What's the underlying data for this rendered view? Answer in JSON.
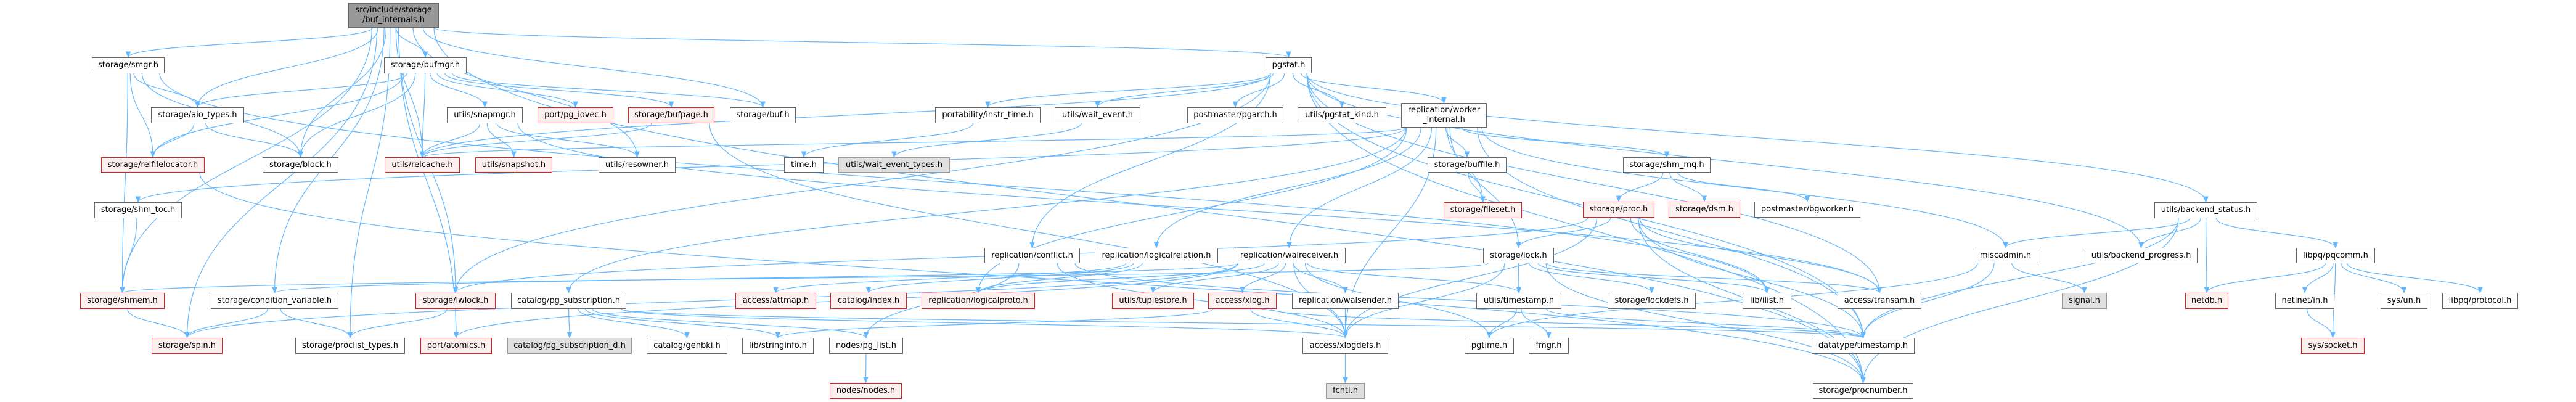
{
  "nodes": {
    "root": "src/include/storage\n/buf_internals.h",
    "smgr": "storage/smgr.h",
    "bufmgr": "storage/bufmgr.h",
    "pgstat": "pgstat.h",
    "aio_types": "storage/aio_types.h",
    "snapmgr": "utils/snapmgr.h",
    "pg_iovec": "port/pg_iovec.h",
    "bufpage": "storage/bufpage.h",
    "buf": "storage/buf.h",
    "instr_time": "portability/instr_time.h",
    "wait_event": "utils/wait_event.h",
    "pgarch": "postmaster/pgarch.h",
    "pgstat_kind": "utils/pgstat_kind.h",
    "worker_internal": "replication/worker\n_internal.h",
    "relfilelocator": "storage/relfilelocator.h",
    "block": "storage/block.h",
    "relcache": "utils/relcache.h",
    "snapshot": "utils/snapshot.h",
    "resowner": "utils/resowner.h",
    "time": "time.h",
    "wait_event_types": "utils/wait_event_types.h",
    "buffile": "storage/buffile.h",
    "shm_mq": "storage/shm_mq.h",
    "shm_toc": "storage/shm_toc.h",
    "fileset": "storage/fileset.h",
    "proc": "storage/proc.h",
    "dsm": "storage/dsm.h",
    "bgworker": "postmaster/bgworker.h",
    "backend_status": "utils/backend_status.h",
    "conflict": "replication/conflict.h",
    "logicalrelation": "replication/logicalrelation.h",
    "walreceiver": "replication/walreceiver.h",
    "lock": "storage/lock.h",
    "miscadmin": "miscadmin.h",
    "backend_progress": "utils/backend_progress.h",
    "pqcomm": "libpq/pqcomm.h",
    "shmem": "storage/shmem.h",
    "condition_variable": "storage/condition_variable.h",
    "lwlock": "storage/lwlock.h",
    "pg_subscription": "catalog/pg_subscription.h",
    "attmap": "access/attmap.h",
    "index": "catalog/index.h",
    "logicalproto": "replication/logicalproto.h",
    "tuplestore": "utils/tuplestore.h",
    "xlog": "access/xlog.h",
    "walsender": "replication/walsender.h",
    "utils_timestamp": "utils/timestamp.h",
    "lockdefs": "storage/lockdefs.h",
    "ilist": "lib/ilist.h",
    "transam": "access/transam.h",
    "signal": "signal.h",
    "netdb": "netdb.h",
    "netinet_in": "netinet/in.h",
    "sys_un": "sys/un.h",
    "protocol": "libpq/protocol.h",
    "spin": "storage/spin.h",
    "proclist_types": "storage/proclist_types.h",
    "atomics": "port/atomics.h",
    "pg_subscription_d": "catalog/pg_subscription_d.h",
    "genbki": "catalog/genbki.h",
    "stringinfo": "lib/stringinfo.h",
    "pg_list": "nodes/pg_list.h",
    "xlogdefs": "access/xlogdefs.h",
    "pgtime": "pgtime.h",
    "fmgr": "fmgr.h",
    "datatype_timestamp": "datatype/timestamp.h",
    "sys_socket": "sys/socket.h",
    "nodes": "nodes/nodes.h",
    "fcntl": "fcntl.h",
    "procnumber": "storage/procnumber.h"
  },
  "edges": [
    [
      "root",
      "smgr"
    ],
    [
      "root",
      "bufmgr"
    ],
    [
      "root",
      "aio_types"
    ],
    [
      "root",
      "condition_variable"
    ],
    [
      "root",
      "proclist_types"
    ],
    [
      "root",
      "relcache"
    ],
    [
      "root",
      "shmem"
    ],
    [
      "root",
      "spin"
    ],
    [
      "root",
      "pgstat"
    ],
    [
      "root",
      "buf"
    ],
    [
      "root",
      "lwlock"
    ],
    [
      "root",
      "block"
    ],
    [
      "root",
      "atomics"
    ],
    [
      "root",
      "resowner"
    ],
    [
      "root",
      "procnumber"
    ],
    [
      "smgr",
      "aio_types"
    ],
    [
      "smgr",
      "relfilelocator"
    ],
    [
      "smgr",
      "block"
    ],
    [
      "smgr",
      "shmem"
    ],
    [
      "smgr",
      "ilist"
    ],
    [
      "aio_types",
      "relfilelocator"
    ],
    [
      "aio_types",
      "block"
    ],
    [
      "bufmgr",
      "aio_types"
    ],
    [
      "bufmgr",
      "relfilelocator"
    ],
    [
      "bufmgr",
      "block"
    ],
    [
      "bufmgr",
      "relcache"
    ],
    [
      "bufmgr",
      "snapmgr"
    ],
    [
      "bufmgr",
      "pg_iovec"
    ],
    [
      "bufmgr",
      "bufpage"
    ],
    [
      "bufmgr",
      "buf"
    ],
    [
      "snapmgr",
      "relcache"
    ],
    [
      "snapmgr",
      "snapshot"
    ],
    [
      "snapmgr",
      "resowner"
    ],
    [
      "snapmgr",
      "transam"
    ],
    [
      "bufpage",
      "relcache"
    ],
    [
      "bufpage",
      "xlogdefs"
    ],
    [
      "pgstat",
      "instr_time"
    ],
    [
      "pgstat",
      "wait_event"
    ],
    [
      "pgstat",
      "pgarch"
    ],
    [
      "pgstat",
      "pgstat_kind"
    ],
    [
      "pgstat",
      "worker_internal"
    ],
    [
      "pgstat",
      "conflict"
    ],
    [
      "pgstat",
      "relcache"
    ],
    [
      "pgstat",
      "backend_status"
    ],
    [
      "pgstat",
      "procnumber"
    ],
    [
      "pgstat",
      "datatype_timestamp"
    ],
    [
      "pgstat",
      "backend_progress"
    ],
    [
      "pgstat",
      "transam"
    ],
    [
      "pgstat",
      "lwlock"
    ],
    [
      "instr_time",
      "time"
    ],
    [
      "wait_event",
      "wait_event_types"
    ],
    [
      "worker_internal",
      "buffile"
    ],
    [
      "worker_internal",
      "fileset"
    ],
    [
      "worker_internal",
      "shm_mq"
    ],
    [
      "worker_internal",
      "lock"
    ],
    [
      "worker_internal",
      "walreceiver"
    ],
    [
      "worker_internal",
      "logicalrelation"
    ],
    [
      "worker_internal",
      "pg_subscription"
    ],
    [
      "worker_internal",
      "shm_toc"
    ],
    [
      "worker_internal",
      "miscadmin"
    ],
    [
      "worker_internal",
      "datatype_timestamp"
    ],
    [
      "worker_internal",
      "relcache"
    ],
    [
      "worker_internal",
      "logicalproto"
    ],
    [
      "worker_internal",
      "xlogdefs"
    ],
    [
      "buffile",
      "fileset"
    ],
    [
      "shm_mq",
      "proc"
    ],
    [
      "shm_mq",
      "dsm"
    ],
    [
      "shm_mq",
      "bgworker"
    ],
    [
      "proc",
      "lock"
    ],
    [
      "proc",
      "ilist"
    ],
    [
      "proc",
      "transam"
    ],
    [
      "proc",
      "procnumber"
    ],
    [
      "proc",
      "datatype_timestamp"
    ],
    [
      "proc",
      "xlogdefs"
    ],
    [
      "proc",
      "lwlock"
    ],
    [
      "lock",
      "utils_timestamp"
    ],
    [
      "lock",
      "lockdefs"
    ],
    [
      "lock",
      "ilist"
    ],
    [
      "lock",
      "transam"
    ],
    [
      "lock",
      "procnumber"
    ],
    [
      "lock",
      "xlogdefs"
    ],
    [
      "lock",
      "shmem"
    ],
    [
      "utils_timestamp",
      "pgtime"
    ],
    [
      "utils_timestamp",
      "fmgr"
    ],
    [
      "utils_timestamp",
      "datatype_timestamp"
    ],
    [
      "walreceiver",
      "walsender"
    ],
    [
      "walreceiver",
      "xlogdefs"
    ],
    [
      "walreceiver",
      "pgtime"
    ],
    [
      "walreceiver",
      "xlog"
    ],
    [
      "walreceiver",
      "tuplestore"
    ],
    [
      "walreceiver",
      "spin"
    ],
    [
      "walreceiver",
      "condition_variable"
    ],
    [
      "walreceiver",
      "utils_timestamp"
    ],
    [
      "walreceiver",
      "atomics"
    ],
    [
      "walreceiver",
      "logicalproto"
    ],
    [
      "walsender",
      "xlogdefs"
    ],
    [
      "xlog",
      "xlogdefs"
    ],
    [
      "xlog",
      "datatype_timestamp"
    ],
    [
      "xlog",
      "stringinfo"
    ],
    [
      "logicalrelation",
      "logicalproto"
    ],
    [
      "logicalrelation",
      "index"
    ],
    [
      "logicalrelation",
      "attmap"
    ],
    [
      "conflict",
      "pg_list"
    ],
    [
      "conflict",
      "xlogdefs"
    ],
    [
      "conflict",
      "datatype_timestamp"
    ],
    [
      "pg_subscription",
      "pg_subscription_d"
    ],
    [
      "pg_subscription",
      "genbki"
    ],
    [
      "pg_subscription",
      "stringinfo"
    ],
    [
      "pg_subscription",
      "pg_list"
    ],
    [
      "pg_subscription",
      "xlogdefs"
    ],
    [
      "pg_subscription",
      "datatype_timestamp"
    ],
    [
      "lwlock",
      "atomics"
    ],
    [
      "lwlock",
      "proclist_types"
    ],
    [
      "condition_variable",
      "spin"
    ],
    [
      "condition_variable",
      "proclist_types"
    ],
    [
      "shmem",
      "spin"
    ],
    [
      "shm_toc",
      "shmem"
    ],
    [
      "relfilelocator",
      "procnumber"
    ],
    [
      "pg_list",
      "nodes"
    ],
    [
      "xlogdefs",
      "fcntl"
    ],
    [
      "miscadmin",
      "signal"
    ],
    [
      "miscadmin",
      "datatype_timestamp"
    ],
    [
      "miscadmin",
      "pgtime"
    ],
    [
      "backend_status",
      "backend_progress"
    ],
    [
      "backend_status",
      "pqcomm"
    ],
    [
      "backend_status",
      "miscadmin"
    ],
    [
      "backend_status",
      "netdb"
    ],
    [
      "backend_status",
      "procnumber"
    ],
    [
      "backend_status",
      "datatype_timestamp"
    ],
    [
      "pqcomm",
      "netdb"
    ],
    [
      "pqcomm",
      "netinet_in"
    ],
    [
      "pqcomm",
      "sys_socket"
    ],
    [
      "pqcomm",
      "sys_un"
    ],
    [
      "pqcomm",
      "protocol"
    ],
    [
      "netinet_in",
      "sys_socket"
    ]
  ],
  "colors": {
    "edge": "#63b8ff",
    "root_fill": "#999999",
    "red_border": "#e02020",
    "red_fill": "#fff0f0",
    "gray_fill": "#e0e0e0"
  }
}
